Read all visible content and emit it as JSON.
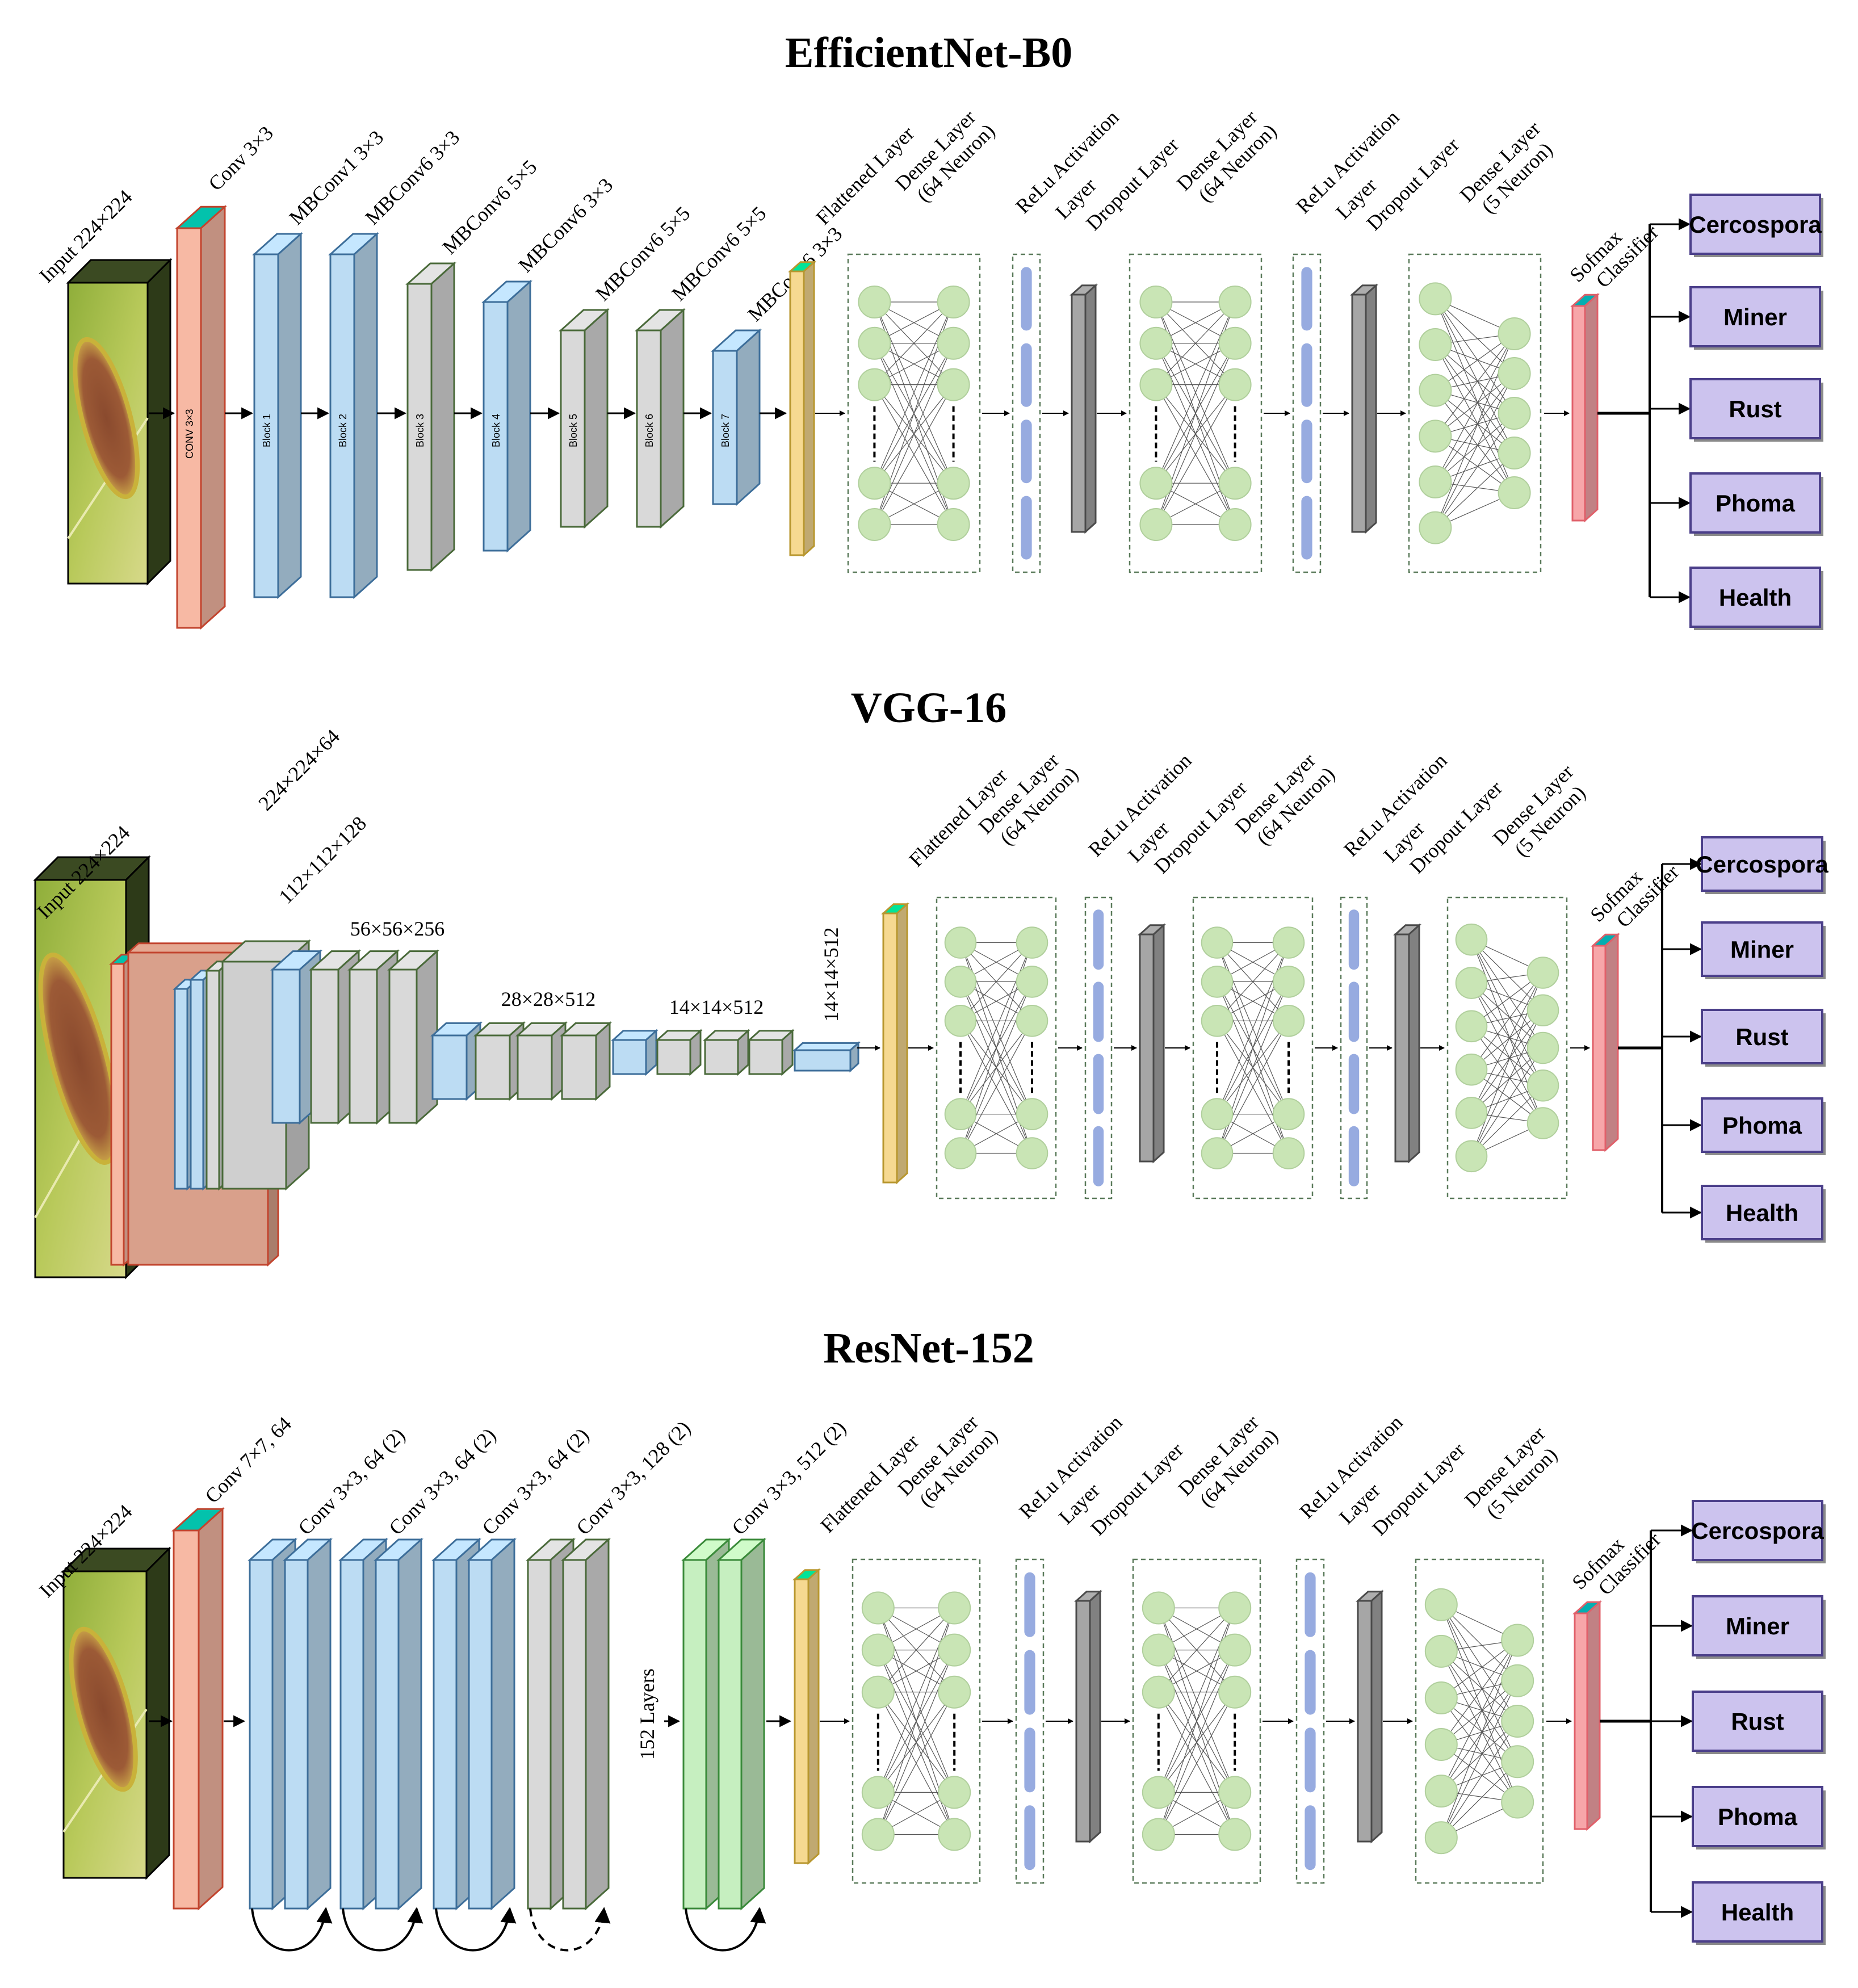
{
  "diagrams": [
    {
      "title": "EfficientNet-B0",
      "input_label": "Input 224×224",
      "layers": [
        {
          "label": "Conv 3×3",
          "inner": "CONV 3×3"
        },
        {
          "label": "MBConv1 3×3",
          "inner": "Block 1"
        },
        {
          "label": "MBConv6 3×3",
          "inner": "Block 2"
        },
        {
          "label": "MBConv6 5×5",
          "inner": "Block 3"
        },
        {
          "label": "MBConv6 3×3",
          "inner": "Block 4"
        },
        {
          "label": "MBConv6 5×5",
          "inner": "Block 5"
        },
        {
          "label": "MBConv6 5×5",
          "inner": "Block 6"
        },
        {
          "label": "MBConv6 3×3",
          "inner": "Block 7"
        }
      ],
      "head": {
        "flatten": "Flattened Layer",
        "dense1": [
          "Dense Layer",
          "(64 Neuron)"
        ],
        "relu1": [
          "ReLu Activation",
          "Layer"
        ],
        "dropout1": "Dropout Layer",
        "dense2": [
          "Dense Layer",
          "(64 Neuron)"
        ],
        "relu2": [
          "ReLu Activation",
          "Layer"
        ],
        "dropout2": "Dropout Layer",
        "dense3": [
          "Dense Layer",
          "(5 Neuron)"
        ],
        "softmax": [
          "Sofmax",
          "Classifier"
        ]
      },
      "classes": [
        "Cercospora",
        "Miner",
        "Rust",
        "Phoma",
        "Health"
      ]
    },
    {
      "title": "VGG-16",
      "input_label": "Input 224×224",
      "stage_labels": [
        "224×224×64",
        "112×112×128",
        "56×56×256",
        "28×28×512",
        "14×14×512",
        "14×14×512"
      ],
      "head": {
        "flatten": "Flattened Layer",
        "dense1": [
          "Dense Layer",
          "(64 Neuron)"
        ],
        "relu1": [
          "ReLu Activation",
          "Layer"
        ],
        "dropout1": "Dropout Layer",
        "dense2": [
          "Dense Layer",
          "(64 Neuron)"
        ],
        "relu2": [
          "ReLu Activation",
          "Layer"
        ],
        "dropout2": "Dropout Layer",
        "dense3": [
          "Dense Layer",
          "(5 Neuron)"
        ],
        "softmax": [
          "Sofmax",
          "Classifier"
        ]
      },
      "classes": [
        "Cercospora",
        "Miner",
        "Rust",
        "Phoma",
        "Health"
      ]
    },
    {
      "title": "ResNet-152",
      "input_label": "Input 224×224",
      "layers": [
        "Conv 7×7, 64",
        "Conv 3×3, 64 (2)",
        "Conv 3×3, 64 (2)",
        "Conv 3×3, 64 (2)",
        "Conv 3×3, 128 (2)",
        "Conv 3×3, 512 (2)"
      ],
      "layers_between": "152 Layers",
      "head": {
        "flatten": "Flattened Layer",
        "dense1": [
          "Dense Layer",
          "(64 Neuron)"
        ],
        "relu1": [
          "ReLu Activation",
          "Layer"
        ],
        "dropout1": "Dropout Layer",
        "dense2": [
          "Dense Layer",
          "(64 Neuron)"
        ],
        "relu2": [
          "ReLu Activation",
          "Layer"
        ],
        "dropout2": "Dropout Layer",
        "dense3": [
          "Dense Layer",
          "(5 Neuron)"
        ],
        "softmax": [
          "Sofmax",
          "Classifier"
        ]
      },
      "classes": [
        "Cercospora",
        "Miner",
        "Rust",
        "Phoma",
        "Health"
      ]
    }
  ],
  "colors": {
    "conv_red": "#f7b9a4",
    "mbconv_blue": "#bcdcf3",
    "mbconv_grey": "#d9d9d9",
    "flatten_yellow": "#f6d991",
    "neuron_green": "#c9e5b5",
    "relu_bar": "#97abe0",
    "dropout_grey": "#a6a6a6",
    "softmax_pink": "#f7a6a9",
    "class_box": "#ccc3ee",
    "resnet_green": "#c6efc0"
  }
}
